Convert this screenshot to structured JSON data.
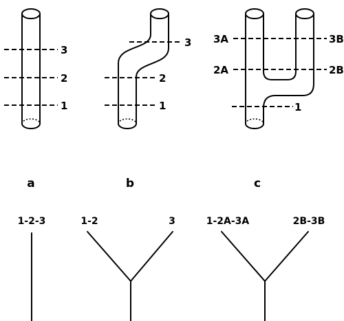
{
  "figure": {
    "tubes": {
      "a": {
        "cut_labels": [
          "3",
          "2",
          "1"
        ]
      },
      "b": {
        "cut_labels": [
          "3",
          "2",
          "1"
        ]
      },
      "c": {
        "cut_labels": [
          "3A",
          "3B",
          "2A",
          "2B",
          "1"
        ]
      }
    },
    "panel_labels": [
      "a",
      "b",
      "c"
    ],
    "trees": {
      "a": {
        "leaf_labels": [
          "1-2-3"
        ]
      },
      "b": {
        "leaf_labels": [
          "1-2",
          "3"
        ]
      },
      "c": {
        "leaf_labels": [
          "1-2A-3A",
          "2B-3B"
        ]
      }
    }
  }
}
